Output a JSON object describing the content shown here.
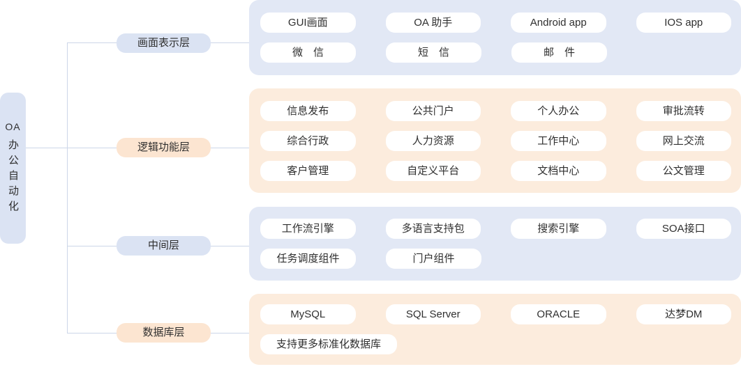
{
  "root": {
    "line1": "OA",
    "line2": "办公自动化"
  },
  "layers": [
    {
      "label": "画面表示层",
      "theme": "blue",
      "rows": [
        [
          "GUI画面",
          "OA 助手",
          "Android app",
          "IOS app"
        ],
        [
          "微　信",
          "短　信",
          "邮　件"
        ]
      ]
    },
    {
      "label": "逻辑功能层",
      "theme": "orange",
      "rows": [
        [
          "信息发布",
          "公共门户",
          "个人办公",
          "审批流转"
        ],
        [
          "综合行政",
          "人力资源",
          "工作中心",
          "网上交流"
        ],
        [
          "客户管理",
          "自定义平台",
          "文档中心",
          "公文管理"
        ]
      ]
    },
    {
      "label": "中间层",
      "theme": "blue",
      "rows": [
        [
          "工作流引擎",
          "多语言支持包",
          "搜索引擎",
          "SOA接口"
        ],
        [
          "任务调度组件",
          "门户组件"
        ]
      ]
    },
    {
      "label": "数据库层",
      "theme": "orange",
      "rows": [
        [
          "MySQL",
          "SQL Server",
          "ORACLE",
          "达梦DM"
        ],
        [
          "支持更多标准化数据库"
        ]
      ]
    }
  ],
  "colors": {
    "panel-blue": "#e2e8f5",
    "panel-orange": "#fcecdd",
    "label-blue": "#dbe3f3",
    "label-orange": "#fce5d1",
    "root-bg": "#dbe3f3",
    "line": "#ccd6e8",
    "pill-bg": "#ffffff",
    "text": "#2f2f2f"
  }
}
